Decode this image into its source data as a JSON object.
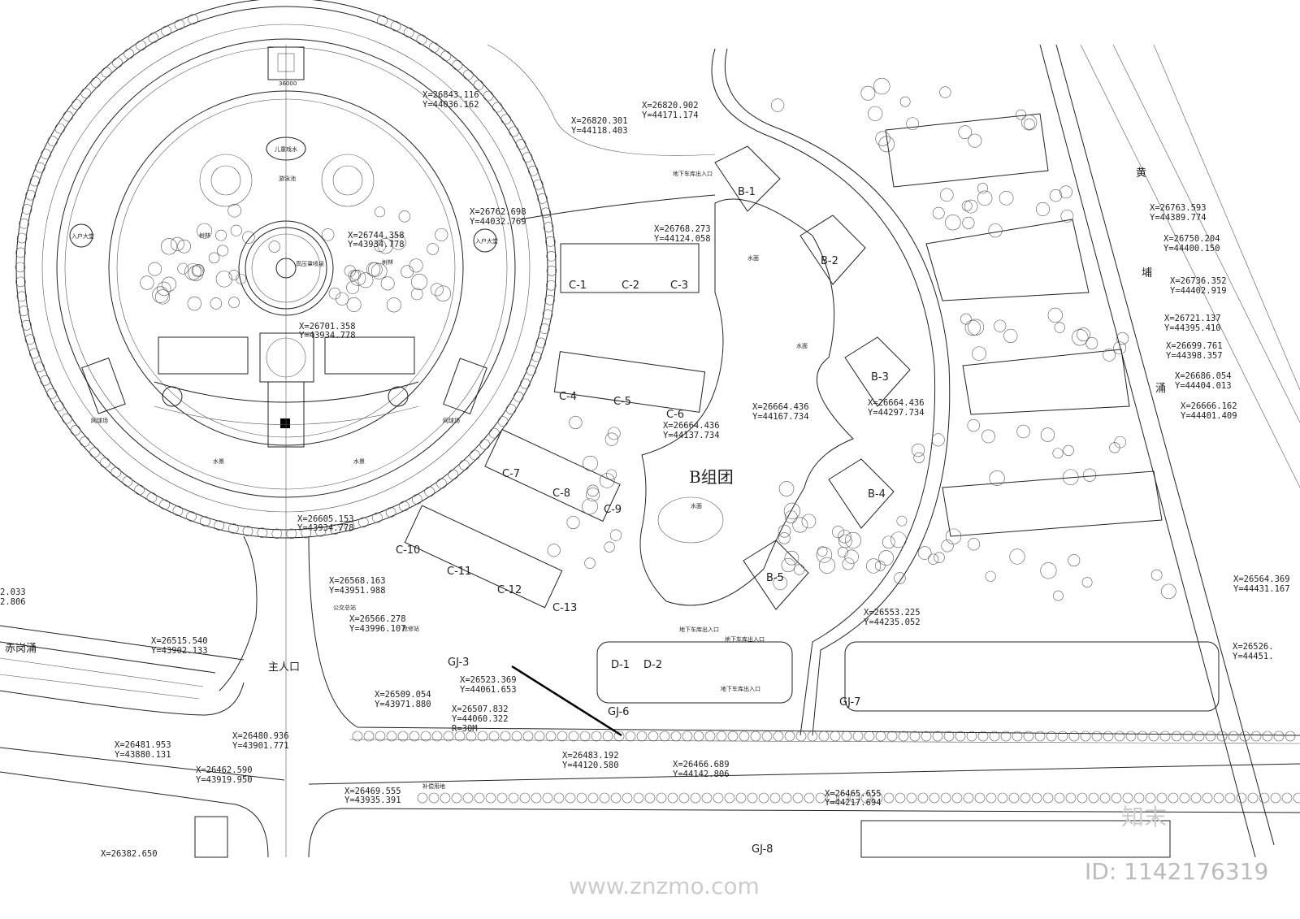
{
  "title": "B组团",
  "place_labels": {
    "main_entrance": "主人口",
    "creek_left": "赤岗涌",
    "river_right": [
      "黄",
      "埔",
      "涌"
    ],
    "water_feature_left": "水景",
    "water_feature_right": "水景",
    "lobby_left": "入户大堂",
    "lobby_right": "入户大堂",
    "kids_water": "儿童戏水",
    "pool": "游泳池",
    "tennis_left": "网球场",
    "tennis_right": "网球场",
    "woods_left": "树林",
    "woods_right": "树林",
    "fountain": "高压罩喷泉",
    "repair_station": "抢修站",
    "bus_terminal": "公交总站",
    "garage_entry_1": "地下车库出入口",
    "garage_entry_2": "地下车库出入口",
    "garage_entry_3": "地下车库出入口",
    "garage_entry_4": "地下车库出入口",
    "water_surface_1": "水面",
    "water_surface_2": "水面",
    "water_surface_3": "水面",
    "compensation_land": "补偿用地",
    "dim_36000": "36000"
  },
  "buildings": {
    "b": [
      "B-1",
      "B-2",
      "B-3",
      "B-4",
      "B-5"
    ],
    "c": [
      "C-1",
      "C-2",
      "C-3",
      "C-4",
      "C-5",
      "C-6",
      "C-7",
      "C-8",
      "C-9",
      "C-10",
      "C-11",
      "C-12",
      "C-13"
    ],
    "d": [
      "D-1",
      "D-2"
    ],
    "gj": [
      "GJ-3",
      "GJ-6",
      "GJ-7",
      "GJ-8"
    ]
  },
  "coords": [
    {
      "x": "X=26843.116",
      "y": "Y=44036.162"
    },
    {
      "x": "X=26820.301",
      "y": "Y=44118.403"
    },
    {
      "x": "X=26820.902",
      "y": "Y=44171.174"
    },
    {
      "x": "X=26762.698",
      "y": "Y=44032.769"
    },
    {
      "x": "X=26744.358",
      "y": "Y=43934.778"
    },
    {
      "x": "X=26768.273",
      "y": "Y=44124.058"
    },
    {
      "x": "X=26701.358",
      "y": "Y=43934.778"
    },
    {
      "x": "X=26664.436",
      "y": "Y=44137.734"
    },
    {
      "x": "X=26664.436",
      "y": "Y=44167.734"
    },
    {
      "x": "X=26664.436",
      "y": "Y=44297.734"
    },
    {
      "x": "X=26605.153",
      "y": "Y=43934.778"
    },
    {
      "x": "X=26568.163",
      "y": "Y=43951.988"
    },
    {
      "x": "X=26566.278",
      "y": "Y=43996.107"
    },
    {
      "x": "X=26515.540",
      "y": "Y=43902.133"
    },
    {
      "x": "X=26523.369",
      "y": "Y=44061.653"
    },
    {
      "x": "X=26509.054",
      "y": "Y=43971.880"
    },
    {
      "x": "X=26507.832",
      "y": "Y=44060.322",
      "r": "R=30M"
    },
    {
      "x": "X=26480.936",
      "y": "Y=43901.771"
    },
    {
      "x": "X=26481.953",
      "y": "Y=43880.131"
    },
    {
      "x": "X=26462.590",
      "y": "Y=43919.950"
    },
    {
      "x": "X=26469.555",
      "y": "Y=43935.391"
    },
    {
      "x": "X=26483.192",
      "y": "Y=44120.580"
    },
    {
      "x": "X=26466.689",
      "y": "Y=44142.806"
    },
    {
      "x": "X=26465.655",
      "y": "Y=44217.694"
    },
    {
      "x": "X=26553.225",
      "y": "Y=44235.052"
    },
    {
      "x": "X=26564.369",
      "y": "Y=44431.167"
    },
    {
      "x": "X=26526.",
      "y": "Y=44451."
    },
    {
      "x": "X=26763.593",
      "y": "Y=44389.774"
    },
    {
      "x": "X=26750.204",
      "y": "Y=44400.150"
    },
    {
      "x": "X=26736.352",
      "y": "Y=44402.919"
    },
    {
      "x": "X=26721.137",
      "y": "Y=44395.410"
    },
    {
      "x": "X=26699.761",
      "y": "Y=44398.357"
    },
    {
      "x": "X=26686.054",
      "y": "Y=44404.013"
    },
    {
      "x": "X=26666.162",
      "y": "Y=44401.409"
    },
    {
      "x": "2.033",
      "y": "2.806"
    },
    {
      "x": "X=26382.650"
    }
  ],
  "watermark": {
    "logo": "知末",
    "site": "www.znzmo.com",
    "id": "ID: 1142176319"
  }
}
